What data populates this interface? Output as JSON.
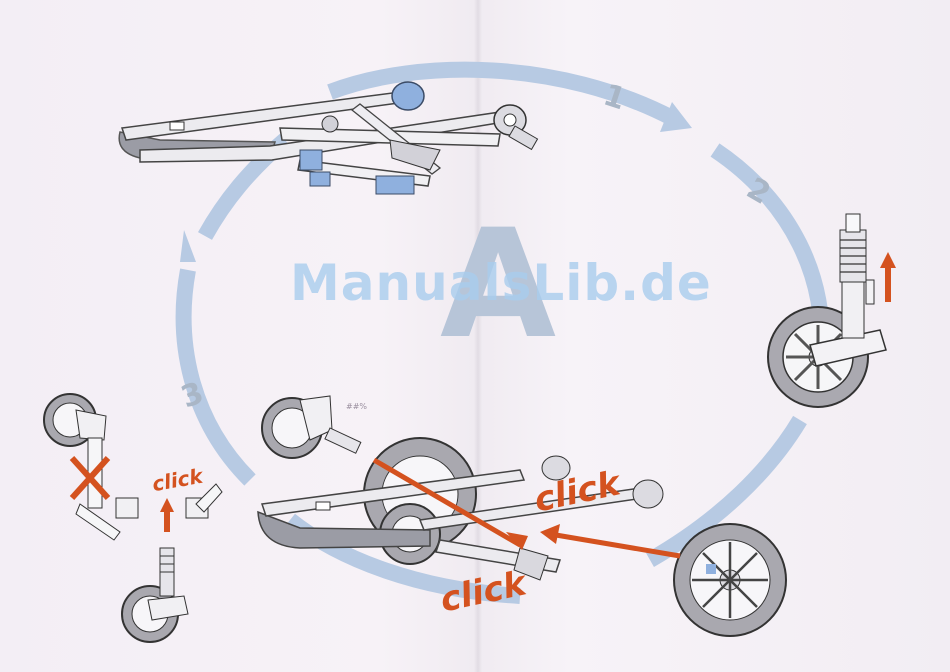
{
  "section_letter": "A",
  "steps": [
    "1",
    "2",
    "3"
  ],
  "click_labels": [
    "click",
    "click",
    "click"
  ],
  "small_tag": "##%",
  "watermark": "ManualsLib.de",
  "colors": {
    "frame_gray": "#9a9ba4",
    "frame_light": "#ecebef",
    "accent_blue": "#8fb0de",
    "arrow_orange": "#d4521f",
    "cycle_arrow": "#b5c8e2"
  },
  "icons": [
    "stroller-frame-illustration",
    "front-wheel-illustration",
    "rear-wheel-illustration",
    "cycle-arrow",
    "up-arrow"
  ]
}
